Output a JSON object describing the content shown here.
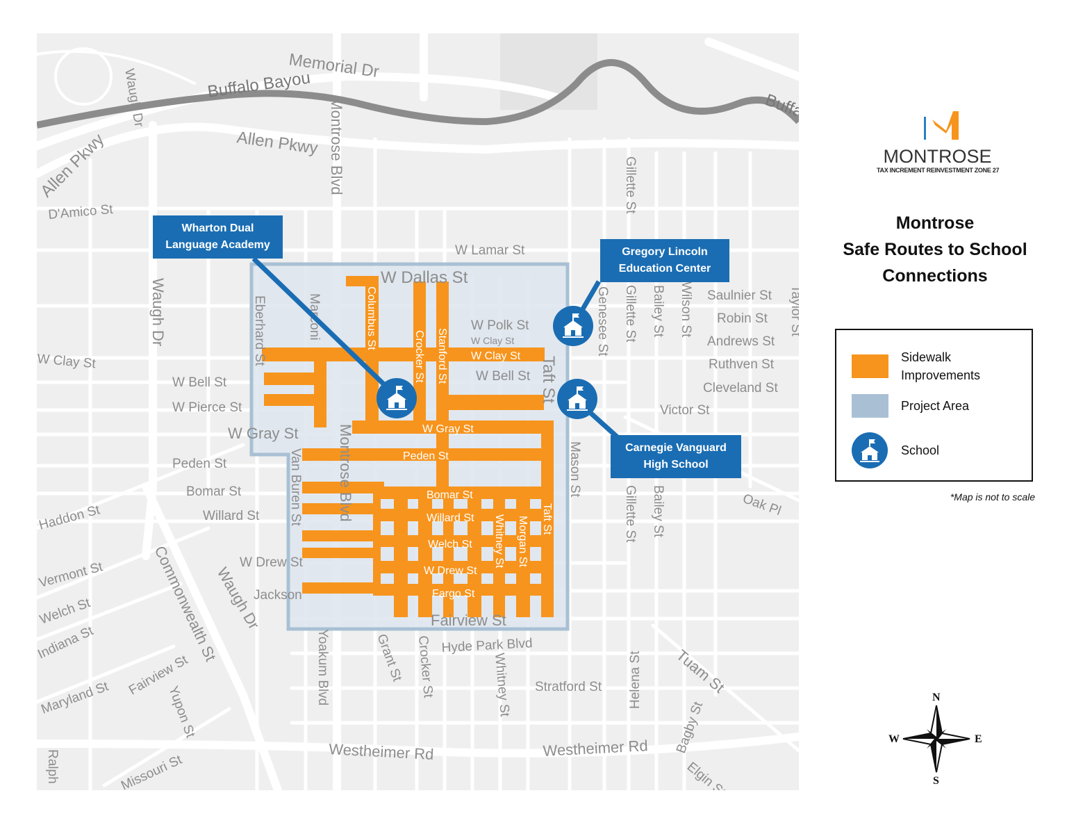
{
  "logo": {
    "name": "MONTROSE",
    "tagline": "TAX INCREMENT REINVESTMENT ZONE 27",
    "colors": {
      "blue": "#2a7fc1",
      "orange": "#f7941d"
    }
  },
  "title": [
    "Montrose",
    "Safe Routes to School",
    "Connections"
  ],
  "legend": {
    "items": [
      {
        "label": "Sidewalk Improvements",
        "color": "#f7941d"
      },
      {
        "label": "Project Area",
        "color": "#a9c0d4"
      },
      {
        "label": "School",
        "color": "#1a6db3",
        "icon": "school-icon"
      }
    ],
    "note": "*Map is not to scale"
  },
  "schools": [
    {
      "name_lines": [
        "Wharton Dual",
        "Language Academy"
      ]
    },
    {
      "name_lines": [
        "Gregory Lincoln",
        "Education Center"
      ]
    },
    {
      "name_lines": [
        "Carnegie Vanguard",
        "High School"
      ]
    }
  ],
  "compass": {
    "n": "N",
    "s": "S",
    "e": "E",
    "w": "W"
  },
  "map": {
    "street_labels": [
      "Memorial Dr",
      "Buffalo Bayou",
      "Buffalo Bayou",
      "Allen Pkwy",
      "Allen Pkwy",
      "Waugh Dr",
      "Montrose Blvd",
      "D'Amico St",
      "W Lamar St",
      "W Dallas St",
      "Gillette St",
      "Waugh Dr",
      "W Clay St",
      "W Bell St",
      "W Pierce St",
      "W Gray St",
      "Peden St",
      "Bomar St",
      "Willard St",
      "Haddon St",
      "Vermont St",
      "Welch St",
      "Indiana St",
      "Maryland St",
      "Fairview St",
      "Commonwealth St",
      "Waugh Dr",
      "W Drew St",
      "Jackson",
      "Yupon St",
      "Missouri St",
      "Ralph",
      "Saulnier St",
      "Robin St",
      "Andrews St",
      "Ruthven St",
      "Cleveland St",
      "Victor St",
      "Oak Pl",
      "Mason St",
      "Genesee St",
      "Gillette St",
      "Bailey St",
      "Wilson St",
      "W Polk St",
      "Taft St",
      "Hyde Park Blvd",
      "Grant St",
      "Crocker St",
      "Whitney St",
      "Stratford St",
      "Helena St",
      "Tuam St",
      "Bagby St",
      "Westheimer Rd",
      "Westheimer Rd",
      "Elgin St",
      "Yoakum Blvd",
      "Eberhard St",
      "Marconi",
      "Van Buren St",
      "Montrose Blvd",
      "W Bell St",
      "Fairview St",
      "W Clay St",
      "Gillette St",
      "Bailey St",
      "Taylor St"
    ],
    "sidewalk_labels": [
      "Columbus St",
      "Crocker St",
      "Stanford St",
      "W Clay St",
      "W Gray St",
      "Peden St",
      "Bomar St",
      "Willard St",
      "Welch St",
      "W Drew St",
      "Fargo St",
      "Whitney St",
      "Morgan St",
      "Taft St"
    ],
    "colors": {
      "sidewalk": "#f7941d",
      "project_area_fill": "#dde5ee",
      "project_area_border": "#a9c0d4",
      "school": "#1a6db3",
      "background": "#efefef",
      "roads": "#ffffff",
      "bayou": "#8c8c8c"
    }
  }
}
